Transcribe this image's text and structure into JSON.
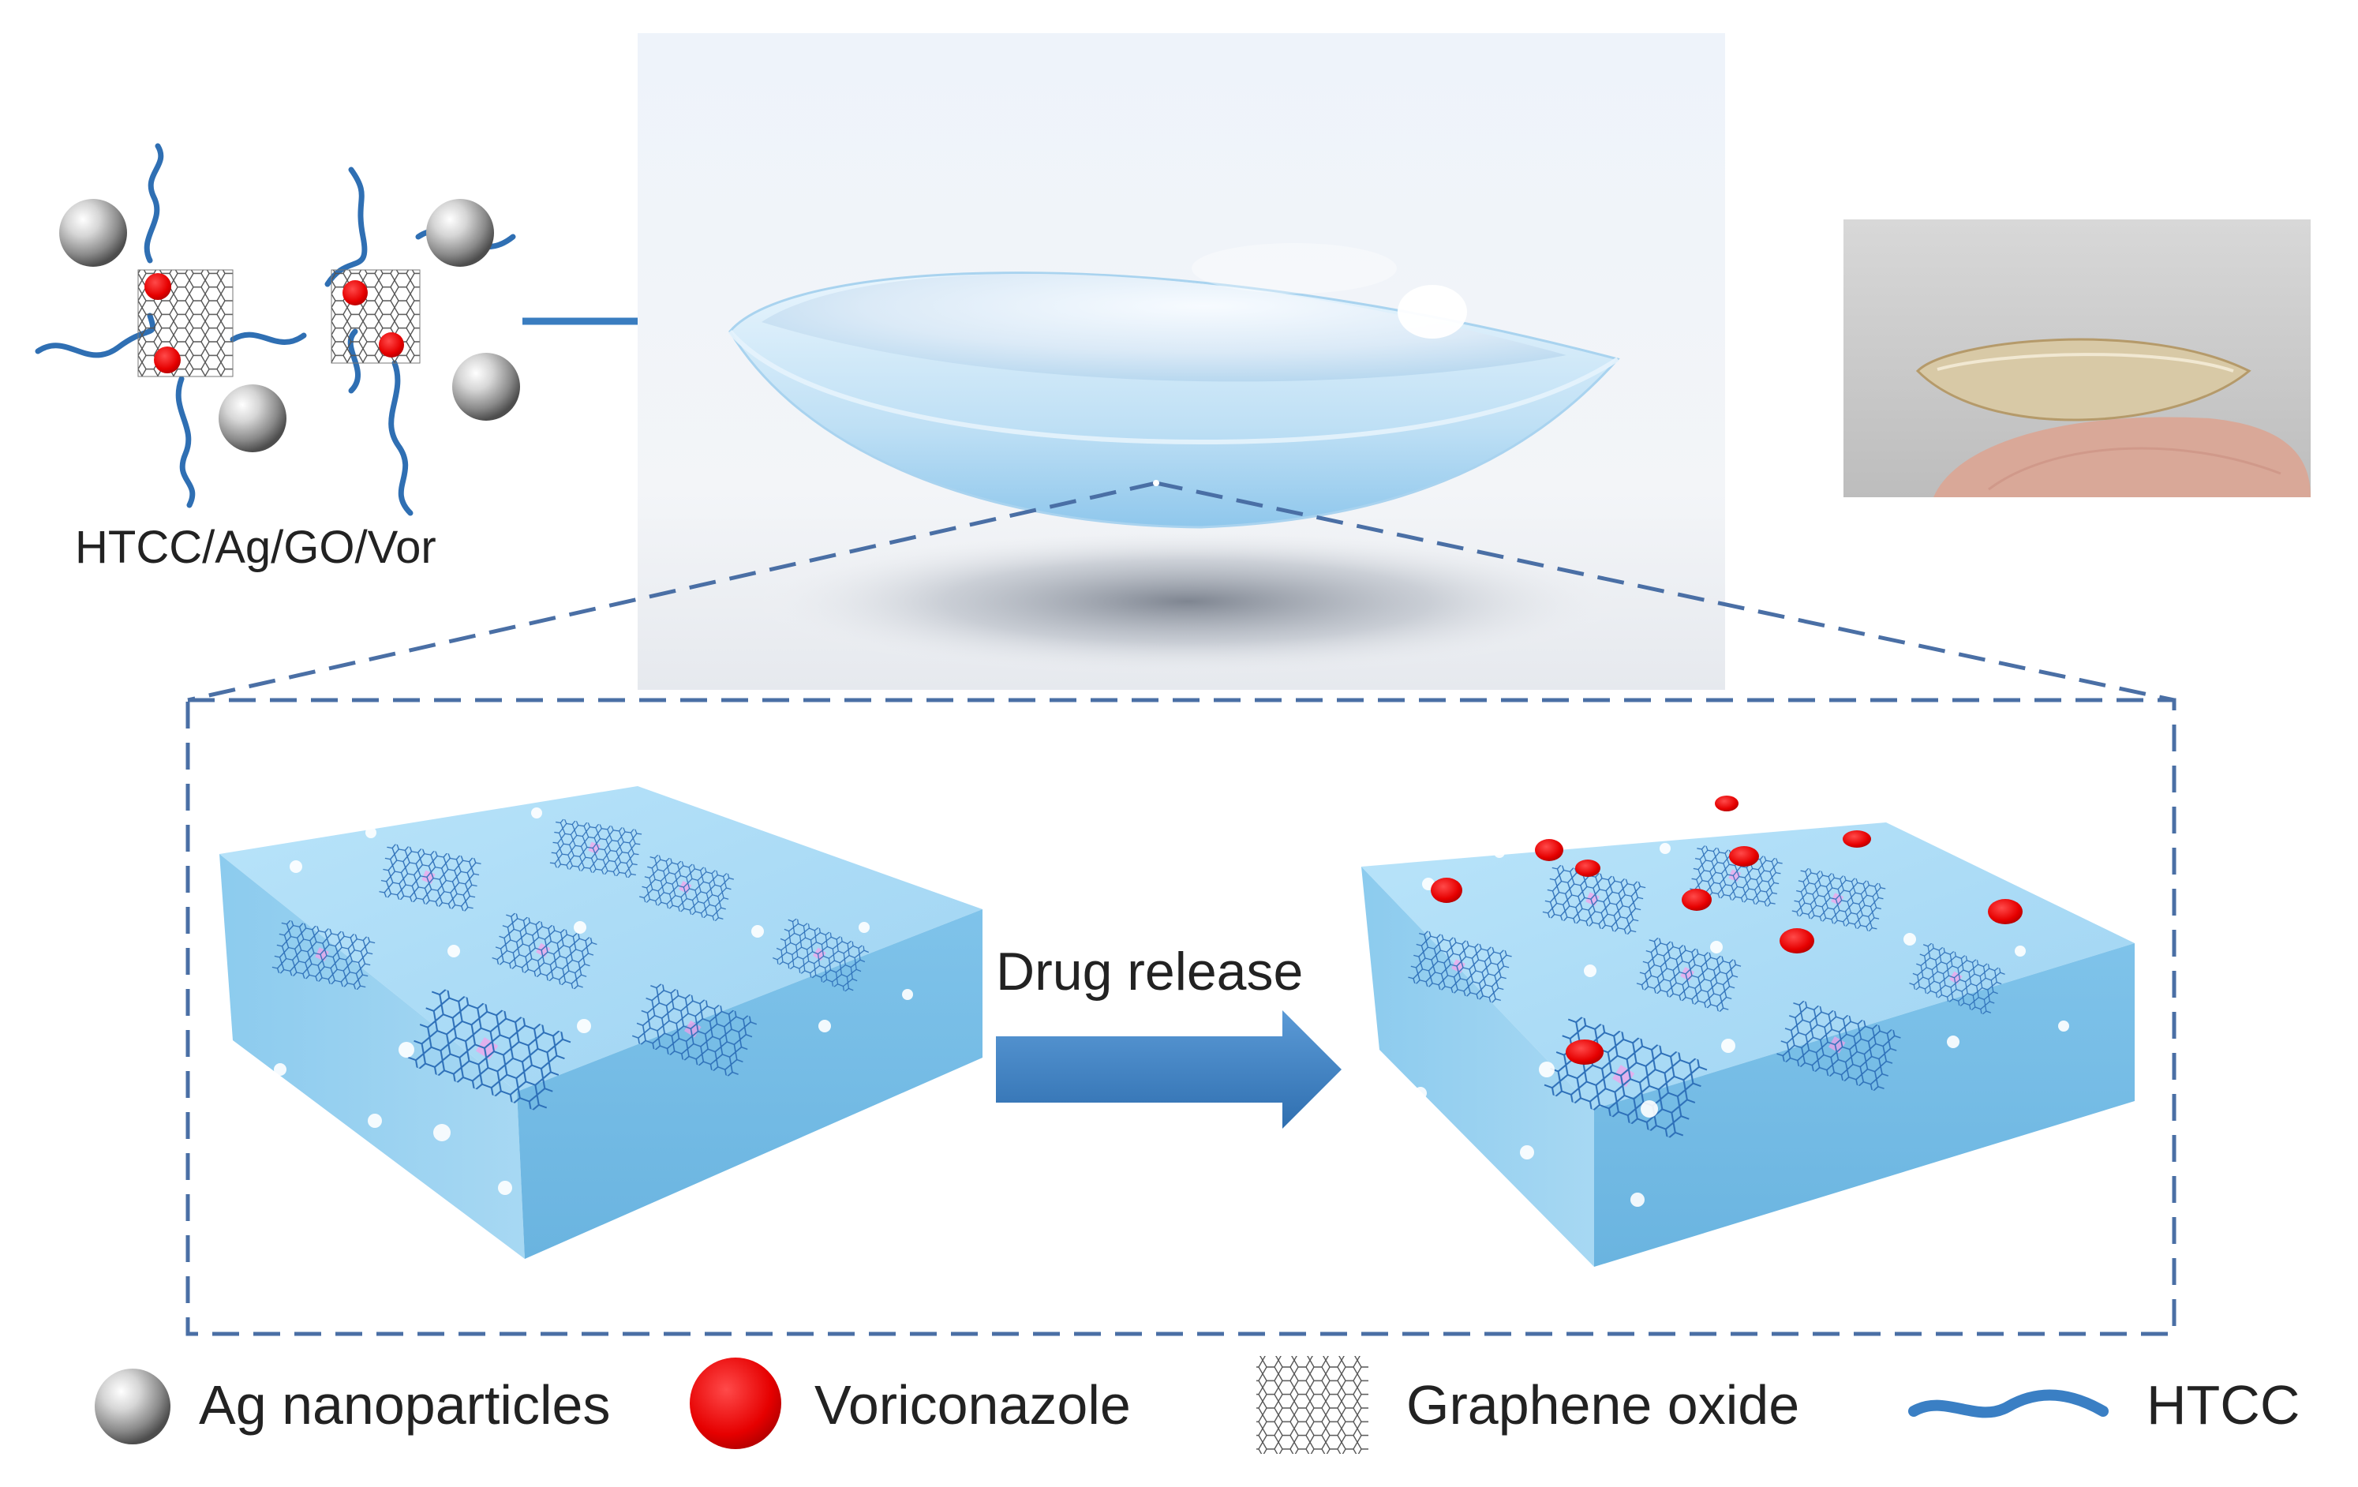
{
  "figure": {
    "material_label": "HTCC/Ag/GO/Vor",
    "process_label": "Drug release"
  },
  "legend": {
    "items": [
      {
        "label": "Ag nanoparticles",
        "icon": "silver-sphere-icon"
      },
      {
        "label": "Voriconazole",
        "icon": "red-dot-icon"
      },
      {
        "label": "Graphene oxide",
        "icon": "hexagon-lattice-icon"
      },
      {
        "label": "HTCC",
        "icon": "wavy-line-icon"
      }
    ]
  },
  "colors": {
    "ag": "#9a9a9a",
    "voriconazole": "#e60000",
    "graphene_oxide": "#4a6f9a",
    "htcc": "#3a7fc4",
    "lens": "#cfe6f7",
    "matrix_top": "#a9dcf7",
    "arrow": "#3a7dc0",
    "dashed_frame": "#4a6fa5"
  }
}
